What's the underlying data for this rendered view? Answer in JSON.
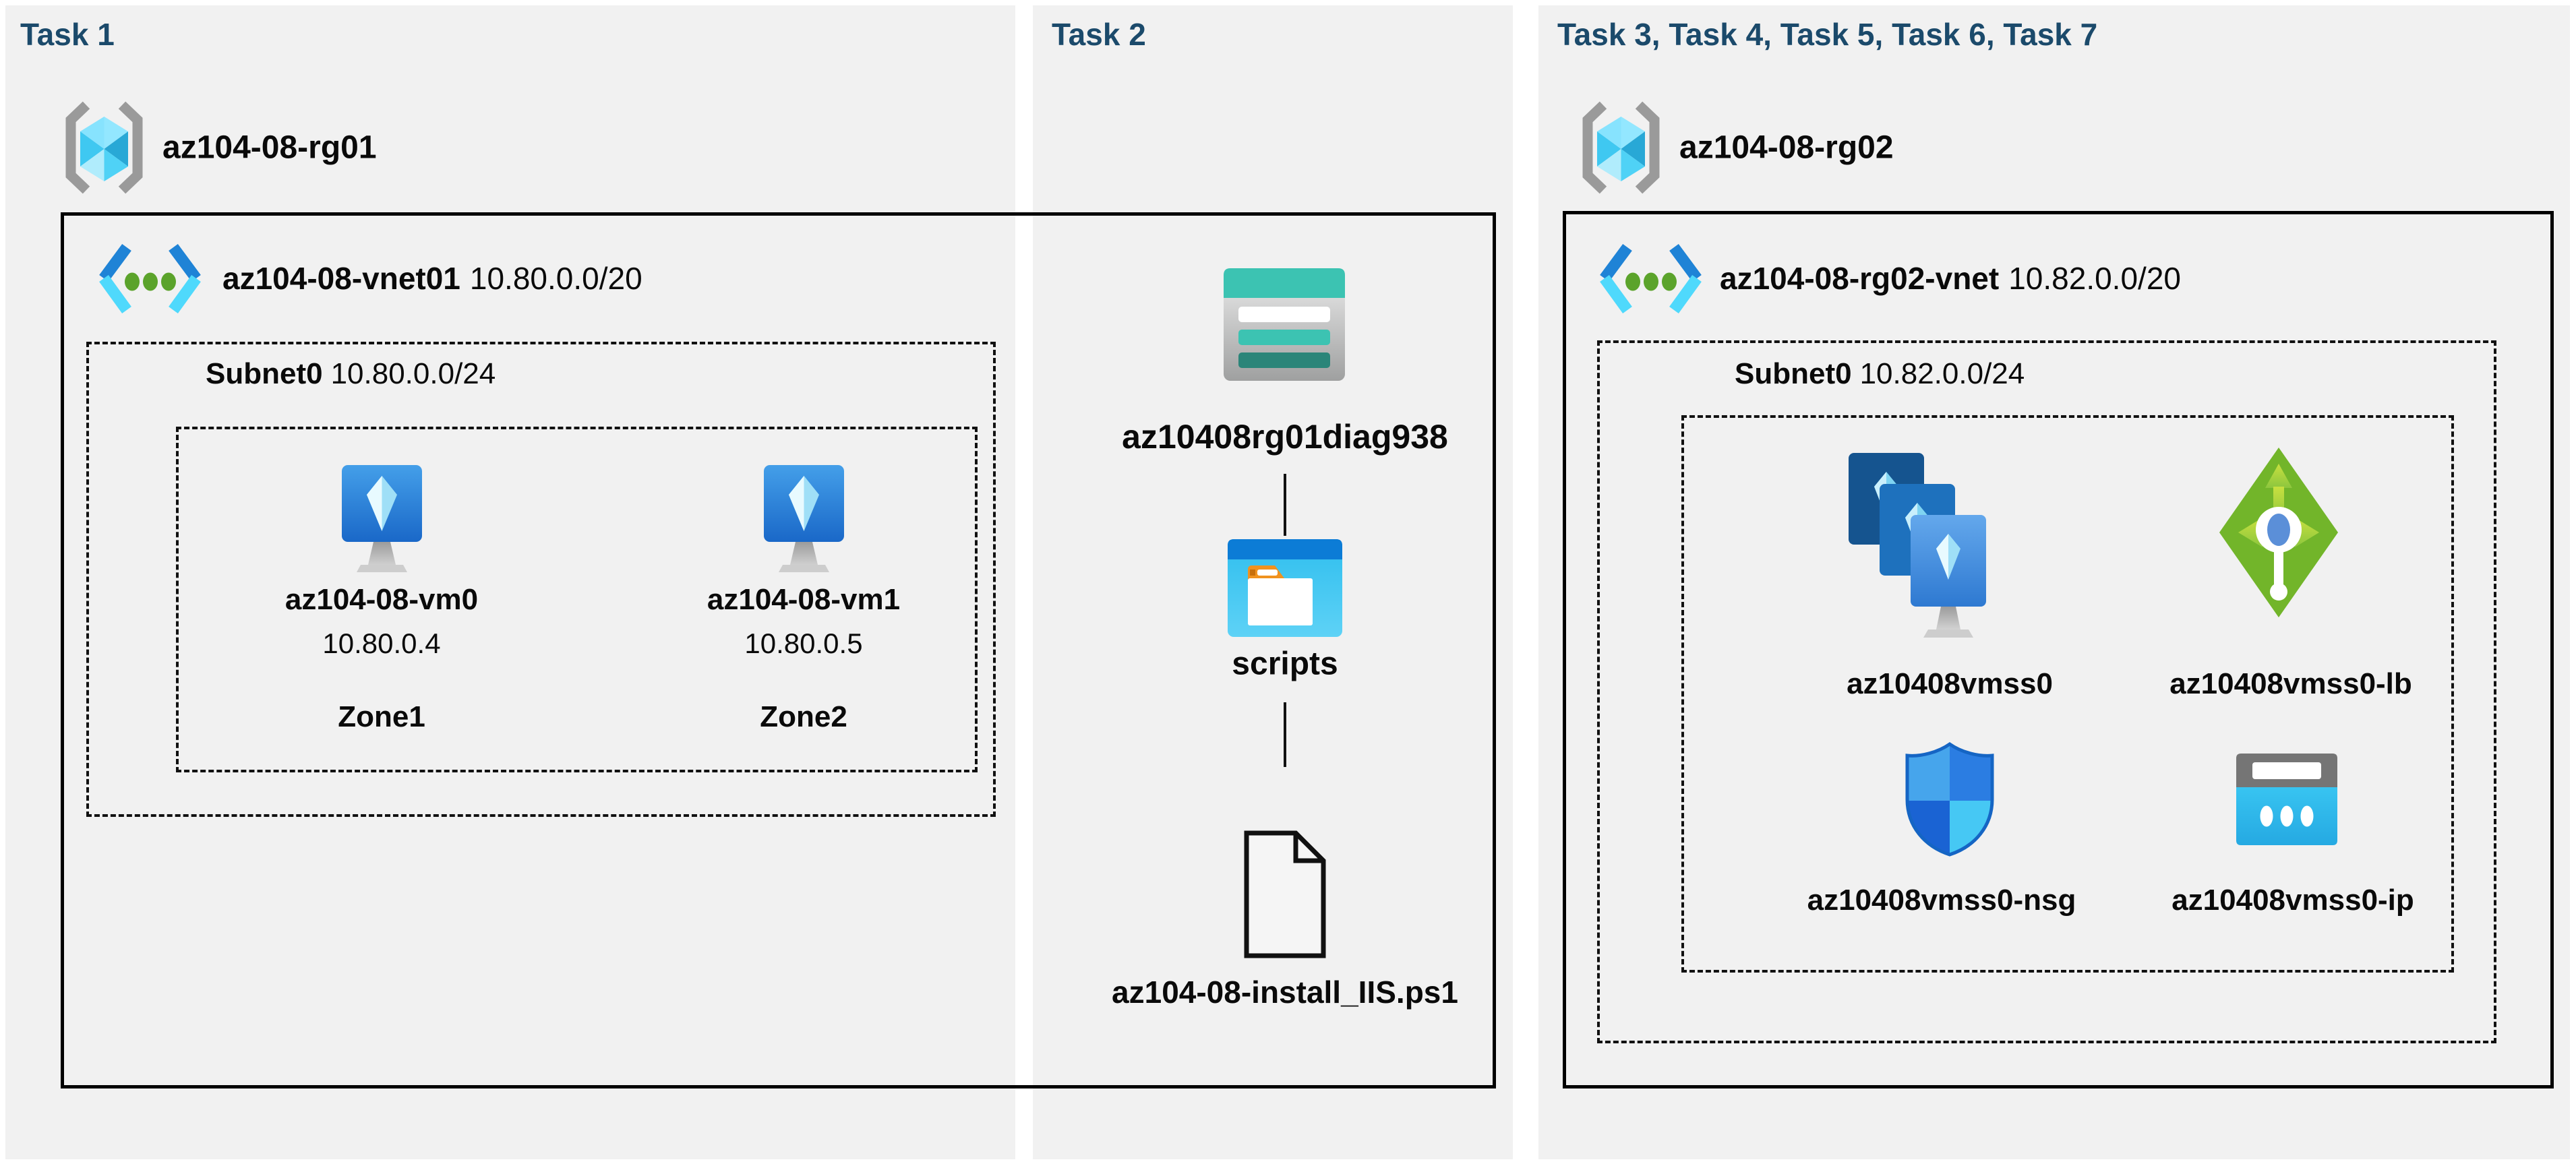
{
  "colors": {
    "panel_background": "#f1f1f1",
    "task_header_navy": "#1b4a6b",
    "diagram_text": "#0a0a0a",
    "azure_blue": "#1f83d6",
    "azure_cyan": "#50e6ff",
    "vm_screen_blue": "#2e7ad1",
    "vnet_dot_green": "#5ba32b",
    "load_balancer_green": "#72b52a",
    "storage_teal": "#3cc3b2",
    "storage_dark_teal": "#2b8579",
    "folder_orange": "#f0921e",
    "scripts_window_blue": "#0c7cd6",
    "nsg_shield_blue": "#2b7de2",
    "public_ip_cyan": "#38c4f1",
    "public_ip_gray": "#757575"
  },
  "panels": [
    {
      "title": "Task 1",
      "resource_group": {
        "name": "az104-08-rg01"
      },
      "vnet": {
        "name": "az104-08-vnet01",
        "cidr": "10.80.0.0/20"
      },
      "subnet": {
        "name": "Subnet0",
        "cidr": "10.80.0.0/24"
      },
      "vms": [
        {
          "name": "az104-08-vm0",
          "ip": "10.80.0.4",
          "zone": "Zone1"
        },
        {
          "name": "az104-08-vm1",
          "ip": "10.80.0.5",
          "zone": "Zone2"
        }
      ]
    },
    {
      "title": "Task 2",
      "storage_account": {
        "name": "az10408rg01diag938"
      },
      "container": {
        "name": "scripts"
      },
      "file": {
        "name": "az104-08-install_IIS.ps1"
      }
    },
    {
      "title": "Task 3, Task 4, Task 5, Task 6, Task 7",
      "resource_group": {
        "name": "az104-08-rg02"
      },
      "vnet": {
        "name": "az104-08-rg02-vnet",
        "cidr": "10.82.0.0/20"
      },
      "subnet": {
        "name": "Subnet0",
        "cidr": "10.82.0.0/24"
      },
      "resources": [
        {
          "name": "az10408vmss0",
          "type": "vm-scale-set"
        },
        {
          "name": "az10408vmss0-lb",
          "type": "load-balancer"
        },
        {
          "name": "az10408vmss0-nsg",
          "type": "network-security-group"
        },
        {
          "name": "az10408vmss0-ip",
          "type": "public-ip"
        }
      ]
    }
  ]
}
